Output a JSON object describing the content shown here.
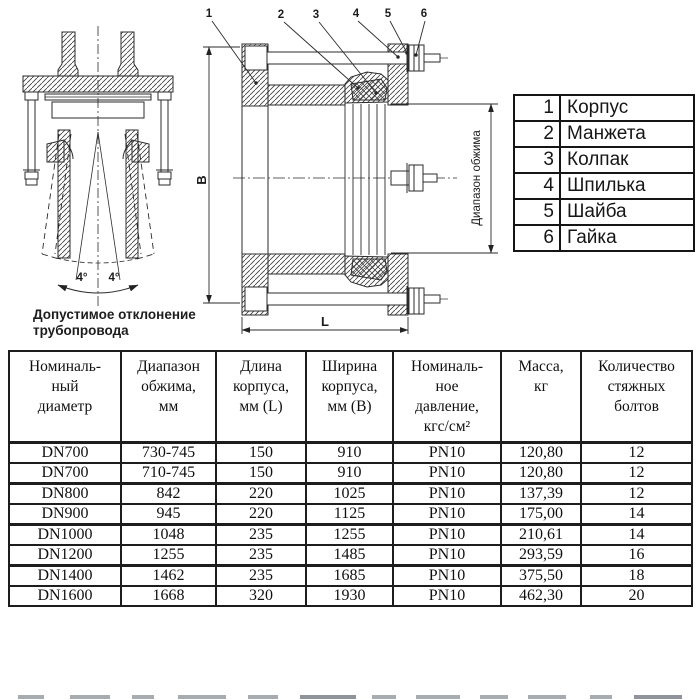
{
  "page": {
    "background": "#ffffff",
    "ink": "#1d1d1d"
  },
  "drawings": {
    "deflection": {
      "angle_left": "4°",
      "angle_right": "4°",
      "caption_line1": "Допустимое отклонение",
      "caption_line2": "трубопровода"
    },
    "section": {
      "callouts": [
        "1",
        "2",
        "3",
        "4",
        "5",
        "6"
      ],
      "dim_width_label": "B",
      "dim_length_label": "L",
      "clamp_range_label": "Диапазон обжима"
    }
  },
  "legend": {
    "rows": [
      {
        "num": "1",
        "label": "Корпус"
      },
      {
        "num": "2",
        "label": "Манжета"
      },
      {
        "num": "3",
        "label": "Колпак"
      },
      {
        "num": "4",
        "label": "Шпилька"
      },
      {
        "num": "5",
        "label": "Шайба"
      },
      {
        "num": "6",
        "label": "Гайка"
      }
    ]
  },
  "table": {
    "headers": [
      "Номиналь-\nный\nдиаметр",
      "Диапазон\nобжима,\nмм",
      "Длина\nкорпуса,\nмм (L)",
      "Ширина\nкорпуса,\nмм (B)",
      "Номиналь-\nное\nдавление,\nкгс/см²",
      "Масса,\nкг",
      "Количество\nстяжных\nболтов"
    ],
    "rows": [
      [
        "DN700",
        "730-745",
        "150",
        "910",
        "PN10",
        "120,80",
        "12"
      ],
      [
        "DN700",
        "710-745",
        "150",
        "910",
        "PN10",
        "120,80",
        "12"
      ],
      [
        "DN800",
        "842",
        "220",
        "1025",
        "PN10",
        "137,39",
        "12"
      ],
      [
        "DN900",
        "945",
        "220",
        "1125",
        "PN10",
        "175,00",
        "14"
      ],
      [
        "DN1000",
        "1048",
        "235",
        "1255",
        "PN10",
        "210,61",
        "14"
      ],
      [
        "DN1200",
        "1255",
        "235",
        "1485",
        "PN10",
        "293,59",
        "16"
      ],
      [
        "DN1400",
        "1462",
        "235",
        "1685",
        "PN10",
        "375,50",
        "18"
      ],
      [
        "DN1600",
        "1668",
        "320",
        "1930",
        "PN10",
        "462,30",
        "20"
      ]
    ]
  }
}
